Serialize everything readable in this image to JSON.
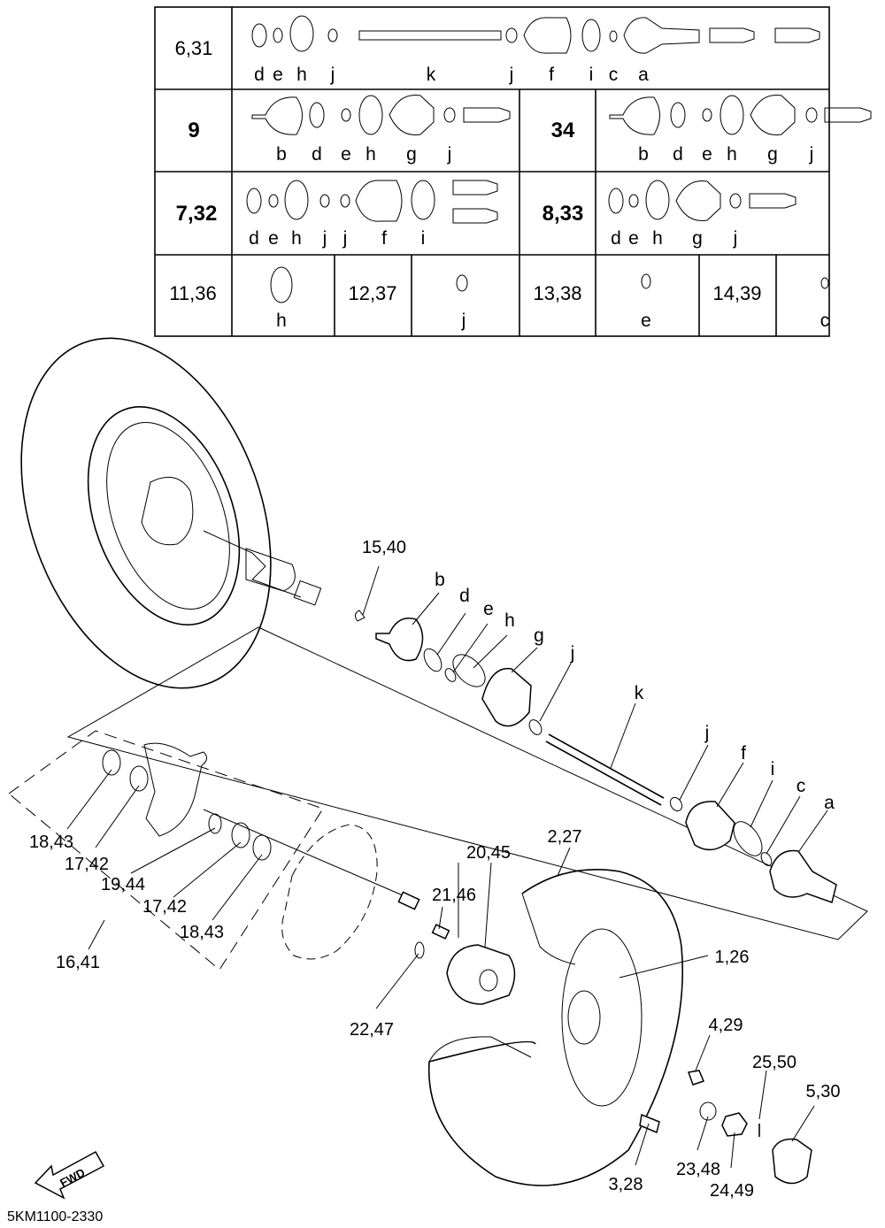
{
  "diagram_code": "5KM1100-2330",
  "fwd_label": "FWD",
  "table": {
    "row1": {
      "label": "6,31",
      "letters": [
        "d",
        "e",
        "h",
        "j",
        "k",
        "j",
        "f",
        "i",
        "c",
        "a"
      ]
    },
    "row2_left": {
      "label": "9",
      "letters": [
        "b",
        "d",
        "e",
        "h",
        "g",
        "j"
      ]
    },
    "row2_right": {
      "label": "34",
      "letters": [
        "b",
        "d",
        "e",
        "h",
        "g",
        "j"
      ]
    },
    "row3_left": {
      "label": "7,32",
      "letters": [
        "d",
        "e",
        "h",
        "j",
        "j",
        "f",
        "i"
      ]
    },
    "row3_right": {
      "label": "8,33",
      "letters": [
        "d",
        "e",
        "h",
        "g",
        "j"
      ]
    },
    "row4": [
      {
        "label": "11,36",
        "letter": "h"
      },
      {
        "label": "12,37",
        "letter": "j"
      },
      {
        "label": "13,38",
        "letter": "e"
      },
      {
        "label": "14,39",
        "letter": "c"
      }
    ]
  },
  "callouts": {
    "c15_40": "15,40",
    "lb": "b",
    "ld": "d",
    "le": "e",
    "lh": "h",
    "lg": "g",
    "lj1": "j",
    "lk": "k",
    "lj2": "j",
    "lf": "f",
    "li": "i",
    "lc": "c",
    "la": "a",
    "c2_27": "2,27",
    "c20_45": "20,45",
    "c21_46": "21,46",
    "c1_26": "1,26",
    "c22_47": "22,47",
    "c4_29": "4,29",
    "c25_50": "25,50",
    "c5_30": "5,30",
    "c3_28": "3,28",
    "c23_48": "23,48",
    "c24_49": "24,49",
    "c18_43a": "18,43",
    "c17_42a": "17,42",
    "c19_44": "19,44",
    "c17_42b": "17,42",
    "c18_43b": "18,43",
    "c16_41": "16,41"
  }
}
